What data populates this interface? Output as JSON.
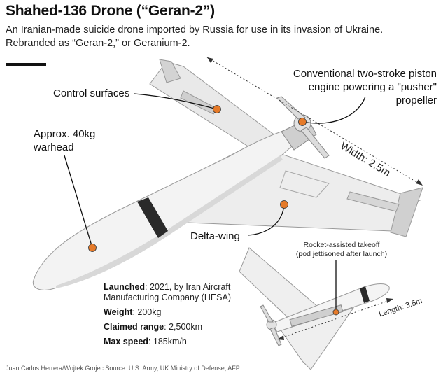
{
  "title": "Shahed-136 Drone (“Geran-2”)",
  "subtitle_line1": "An Iranian-made suicide drone imported by Russia for use in its invasion of Ukraine.",
  "subtitle_line2": "Rebranded as “Geran-2,” or Geranium-2.",
  "callouts": {
    "engine_line1": "Conventional two-stroke piston",
    "engine_line2": "engine powering a \"pusher\"",
    "engine_line3": "propeller",
    "control": "Control surfaces",
    "warhead_line1": "Approx. 40kg",
    "warhead_line2": "warhead",
    "delta": "Delta-wing",
    "rato_line1": "Rocket-assisted takeoff",
    "rato_line2": "(pod jettisoned after launch)"
  },
  "dimensions": {
    "width": "Width: 2.5m",
    "length": "Length: 3.5m"
  },
  "specs": [
    {
      "key": "Launched",
      "sep": ": ",
      "value": "2021, by Iran Aircraft Manufacturing Company (HESA)"
    },
    {
      "key": "Weight",
      "sep": ": ",
      "value": "200kg"
    },
    {
      "key": "Claimed range",
      "sep": ": ",
      "value": "2,500km"
    },
    {
      "key": "Max speed",
      "sep": ": ",
      "value": "185km/h"
    }
  ],
  "credit": "Juan Carlos Herrera/Wojtek Grojec Source: U.S. Army, UK Ministry of Defense, AFP",
  "colors": {
    "marker": "#e57a29",
    "body_light": "#f2f2f2",
    "body_mid": "#dcdcdc",
    "body_dark": "#b9b9b9",
    "outline": "#9a9a9a",
    "band": "#2a2a2a"
  },
  "icons": [
    "main-drone-illustration",
    "secondary-drone-illustration",
    "callout-marker"
  ]
}
